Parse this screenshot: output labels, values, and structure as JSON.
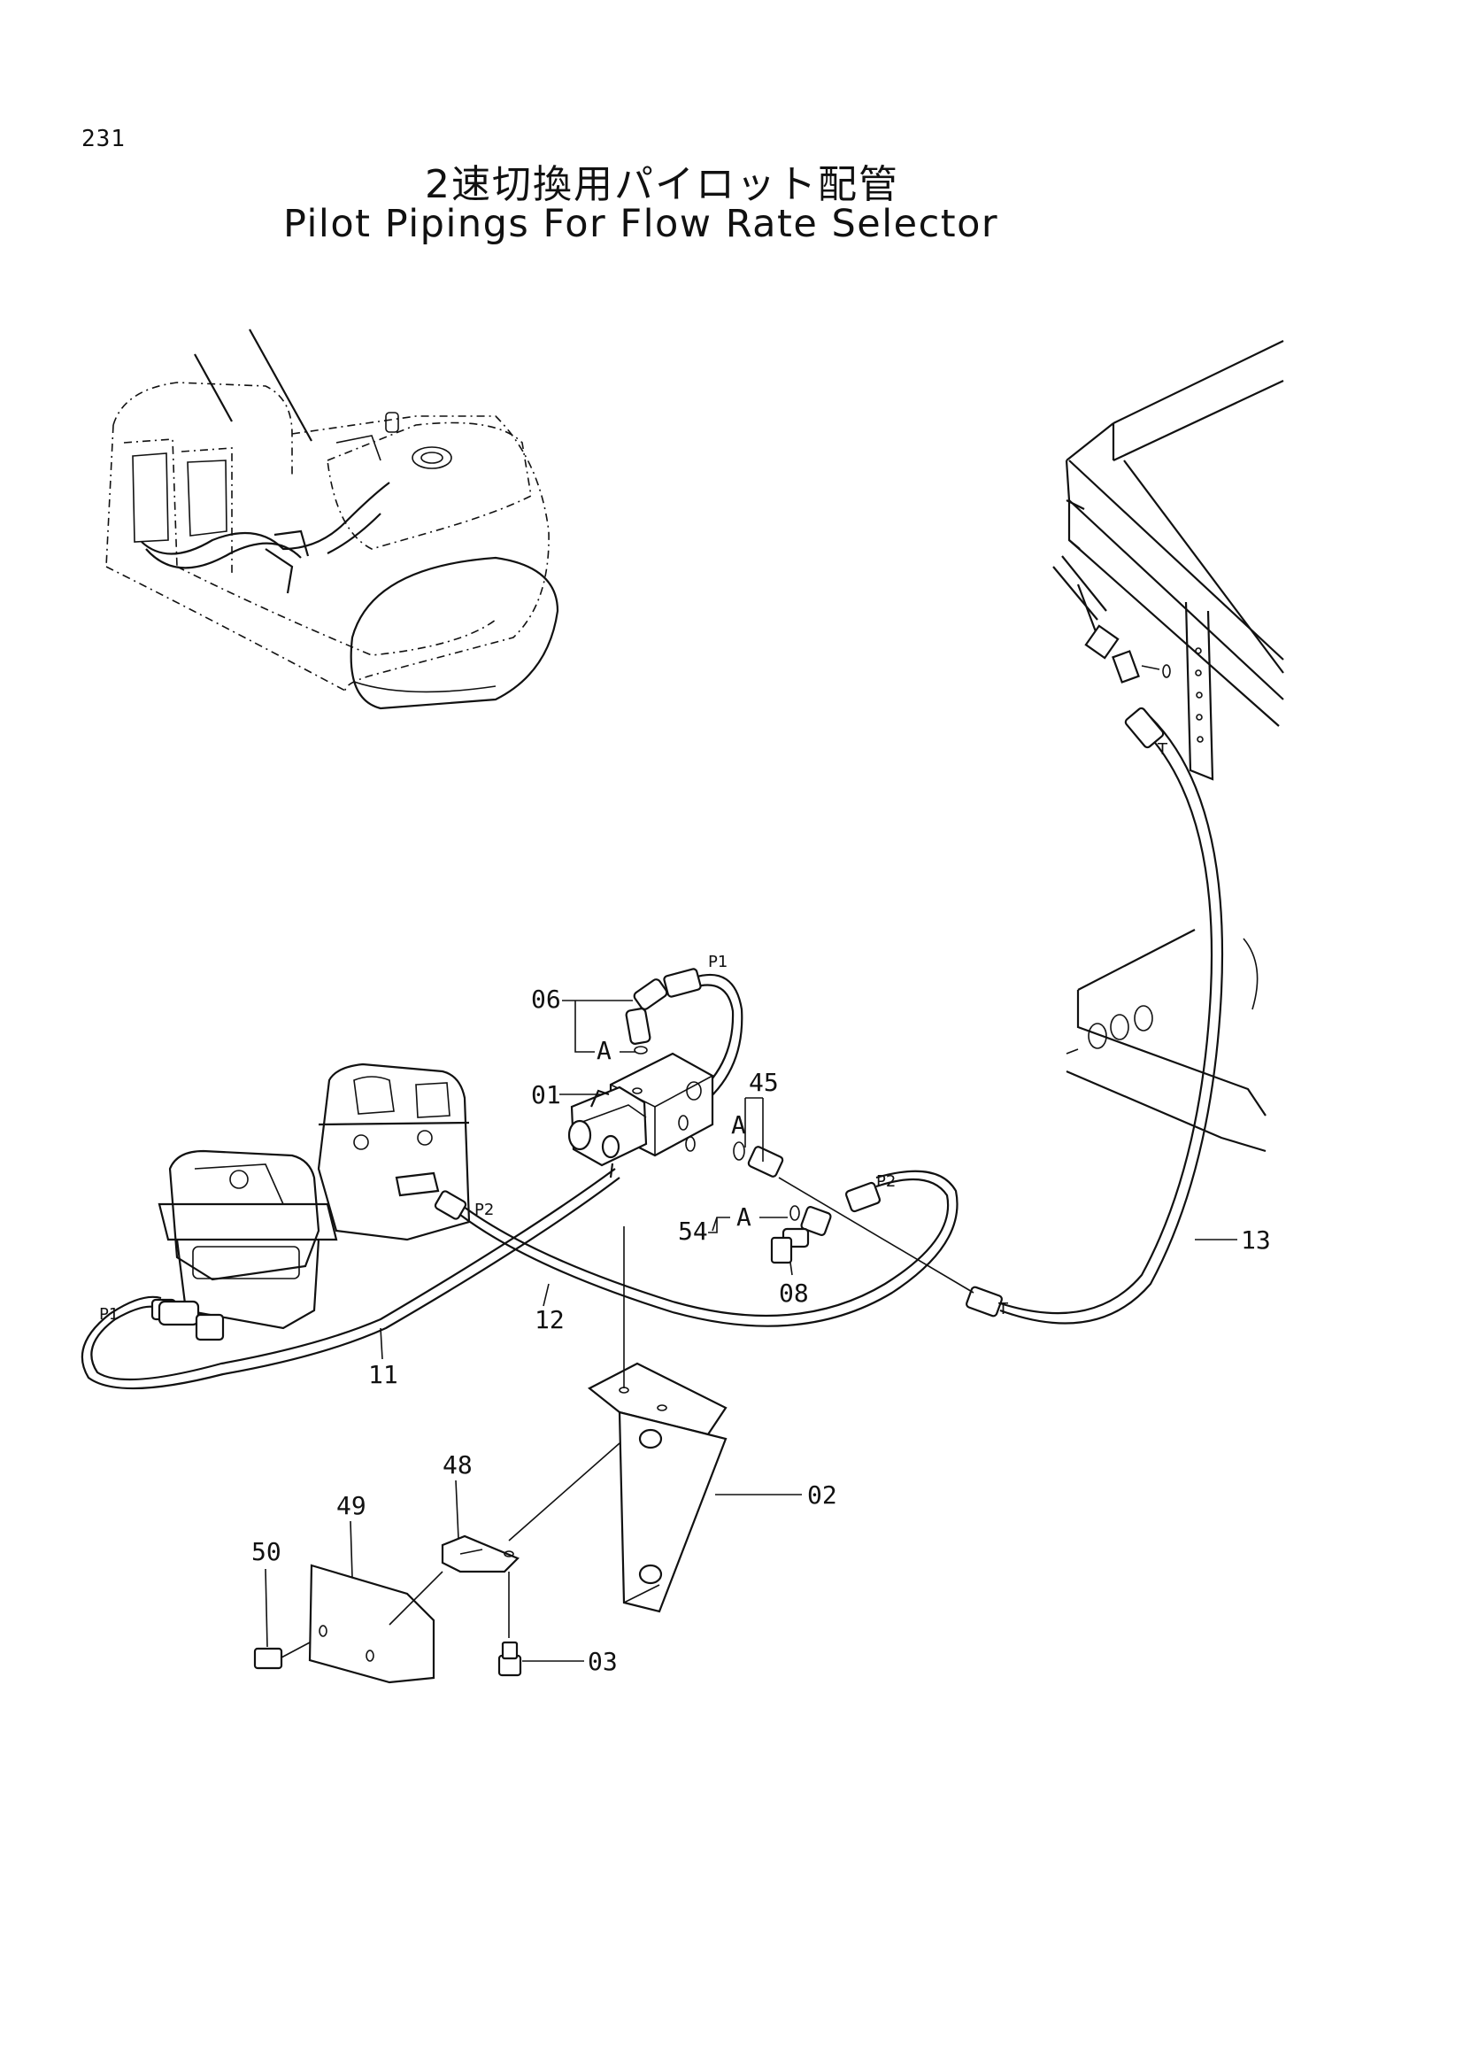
{
  "page": {
    "number": "231"
  },
  "title": {
    "japanese": "2速切換用パイロット配管",
    "english": "Pilot Pipings For Flow Rate Selector"
  },
  "callouts": {
    "c01": "01",
    "c02": "02",
    "c03": "03",
    "c06": "06",
    "c08": "08",
    "c11": "11",
    "c12": "12",
    "c13": "13",
    "c45": "45",
    "c48": "48",
    "c49": "49",
    "c50": "50",
    "c54": "54"
  },
  "ports": {
    "p1_top": "P1",
    "p1_left": "P1",
    "p2_pump": "P2",
    "p2_valve": "P2",
    "t_hose": "T",
    "t_frame": "T",
    "a_06": "A",
    "a_45": "A",
    "a_54": "A"
  }
}
